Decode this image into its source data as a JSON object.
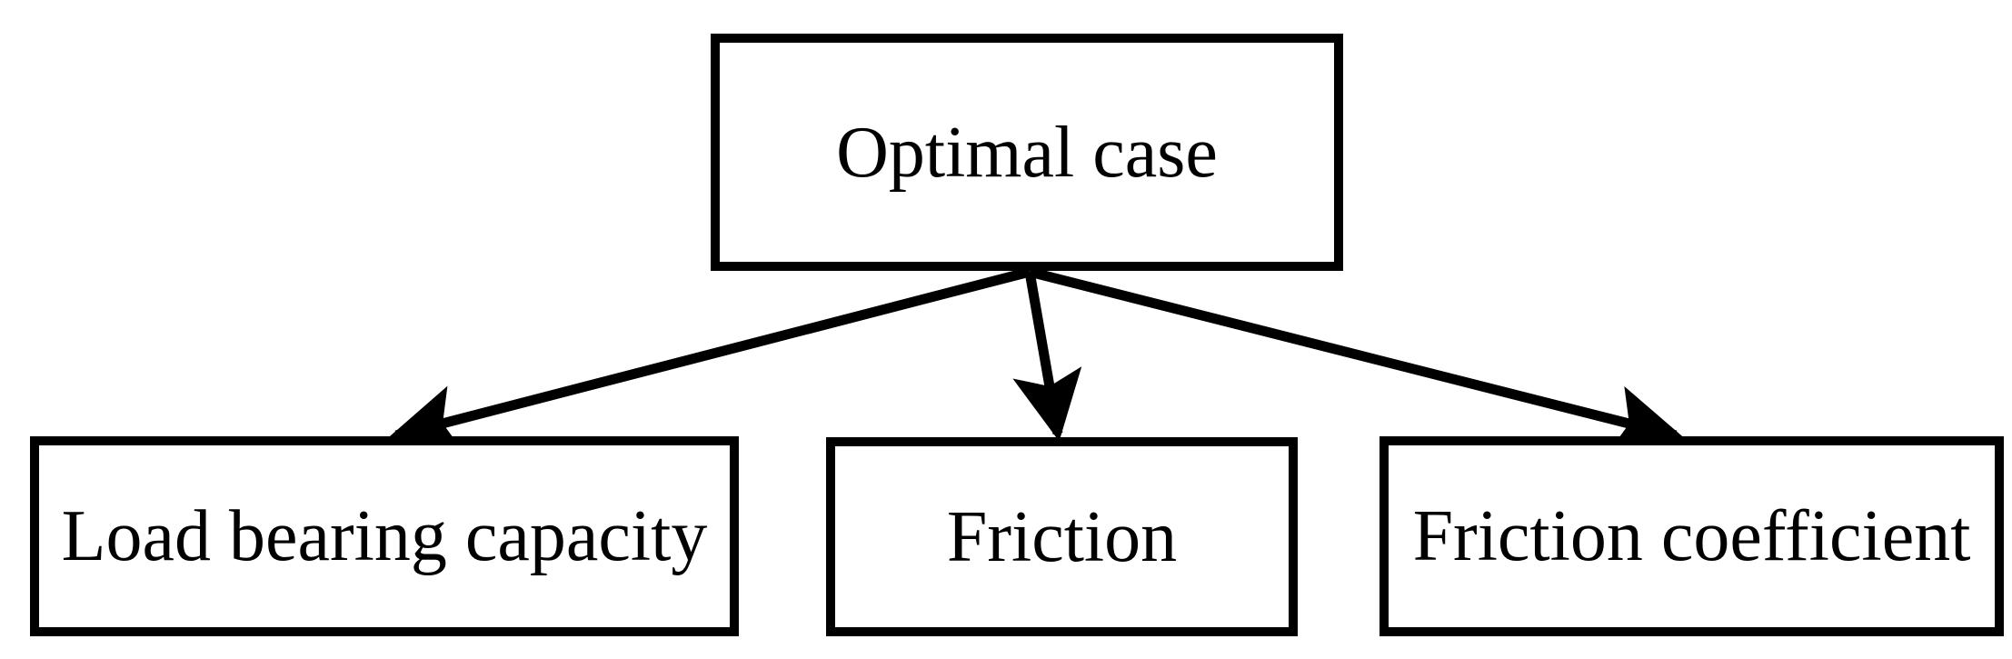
{
  "diagram": {
    "type": "tree-flowchart",
    "orientation": "top-down",
    "background_color": "#ffffff",
    "line_color": "#000000",
    "border_color": "#000000",
    "nodes": {
      "root": {
        "id": "optimal-case",
        "label": "Optimal case"
      },
      "children": [
        {
          "id": "load-bearing-capacity",
          "label": "Load bearing capacity"
        },
        {
          "id": "friction",
          "label": "Friction"
        },
        {
          "id": "friction-coefficient",
          "label": "Friction coefficient"
        }
      ]
    },
    "edges": [
      {
        "from": "optimal-case",
        "to": "load-bearing-capacity",
        "style": "solid-arrow"
      },
      {
        "from": "optimal-case",
        "to": "friction",
        "style": "solid-arrow"
      },
      {
        "from": "optimal-case",
        "to": "friction-coefficient",
        "style": "solid-arrow"
      }
    ]
  }
}
